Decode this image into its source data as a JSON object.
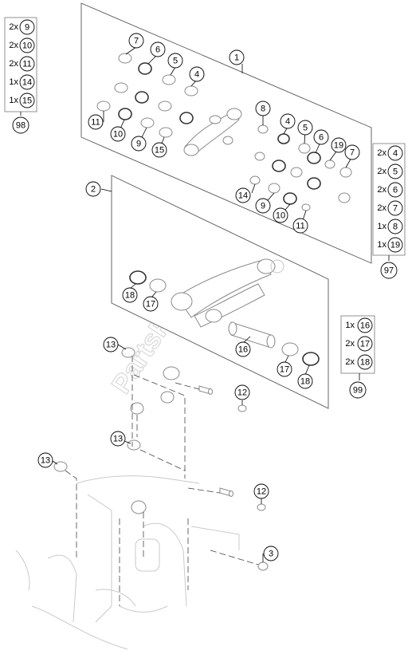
{
  "watermark": "PartsRepublik",
  "callouts": [
    {
      "id": "c1",
      "label": "1"
    },
    {
      "id": "c2",
      "label": "2"
    },
    {
      "id": "c3",
      "label": "3"
    },
    {
      "id": "c12a",
      "label": "12"
    },
    {
      "id": "c12b",
      "label": "12"
    },
    {
      "id": "c13a",
      "label": "13"
    },
    {
      "id": "c13b",
      "label": "13"
    },
    {
      "id": "c13c",
      "label": "13"
    },
    {
      "id": "k1_7a",
      "label": "7"
    },
    {
      "id": "k1_6",
      "label": "6"
    },
    {
      "id": "k1_5a",
      "label": "5"
    },
    {
      "id": "k1_4a",
      "label": "4"
    },
    {
      "id": "k1_11a",
      "label": "11"
    },
    {
      "id": "k1_10a",
      "label": "10"
    },
    {
      "id": "k1_9a",
      "label": "9"
    },
    {
      "id": "k1_15",
      "label": "15"
    },
    {
      "id": "k1_8",
      "label": "8"
    },
    {
      "id": "k1_4b",
      "label": "4"
    },
    {
      "id": "k1_5b",
      "label": "5"
    },
    {
      "id": "k1_6b",
      "label": "6"
    },
    {
      "id": "k1_19",
      "label": "19"
    },
    {
      "id": "k1_7b",
      "label": "7"
    },
    {
      "id": "k1_14",
      "label": "14"
    },
    {
      "id": "k1_9b",
      "label": "9"
    },
    {
      "id": "k1_10b",
      "label": "10"
    },
    {
      "id": "k1_11b",
      "label": "11"
    },
    {
      "id": "k2_18a",
      "label": "18"
    },
    {
      "id": "k2_17a",
      "label": "17"
    },
    {
      "id": "k2_16",
      "label": "16"
    },
    {
      "id": "k2_17b",
      "label": "17"
    },
    {
      "id": "k2_18b",
      "label": "18"
    }
  ],
  "kits": {
    "k98": {
      "number": "98",
      "rows": [
        {
          "qty": "2x",
          "part": "9"
        },
        {
          "qty": "2x",
          "part": "10"
        },
        {
          "qty": "2x",
          "part": "11"
        },
        {
          "qty": "1x",
          "part": "14"
        },
        {
          "qty": "1x",
          "part": "15"
        }
      ]
    },
    "k97": {
      "number": "97",
      "rows": [
        {
          "qty": "2x",
          "part": "4"
        },
        {
          "qty": "2x",
          "part": "5"
        },
        {
          "qty": "2x",
          "part": "6"
        },
        {
          "qty": "2x",
          "part": "7"
        },
        {
          "qty": "1x",
          "part": "8"
        },
        {
          "qty": "1x",
          "part": "19"
        }
      ]
    },
    "k99": {
      "number": "99",
      "rows": [
        {
          "qty": "1x",
          "part": "16"
        },
        {
          "qty": "2x",
          "part": "17"
        },
        {
          "qty": "2x",
          "part": "18"
        }
      ]
    }
  }
}
